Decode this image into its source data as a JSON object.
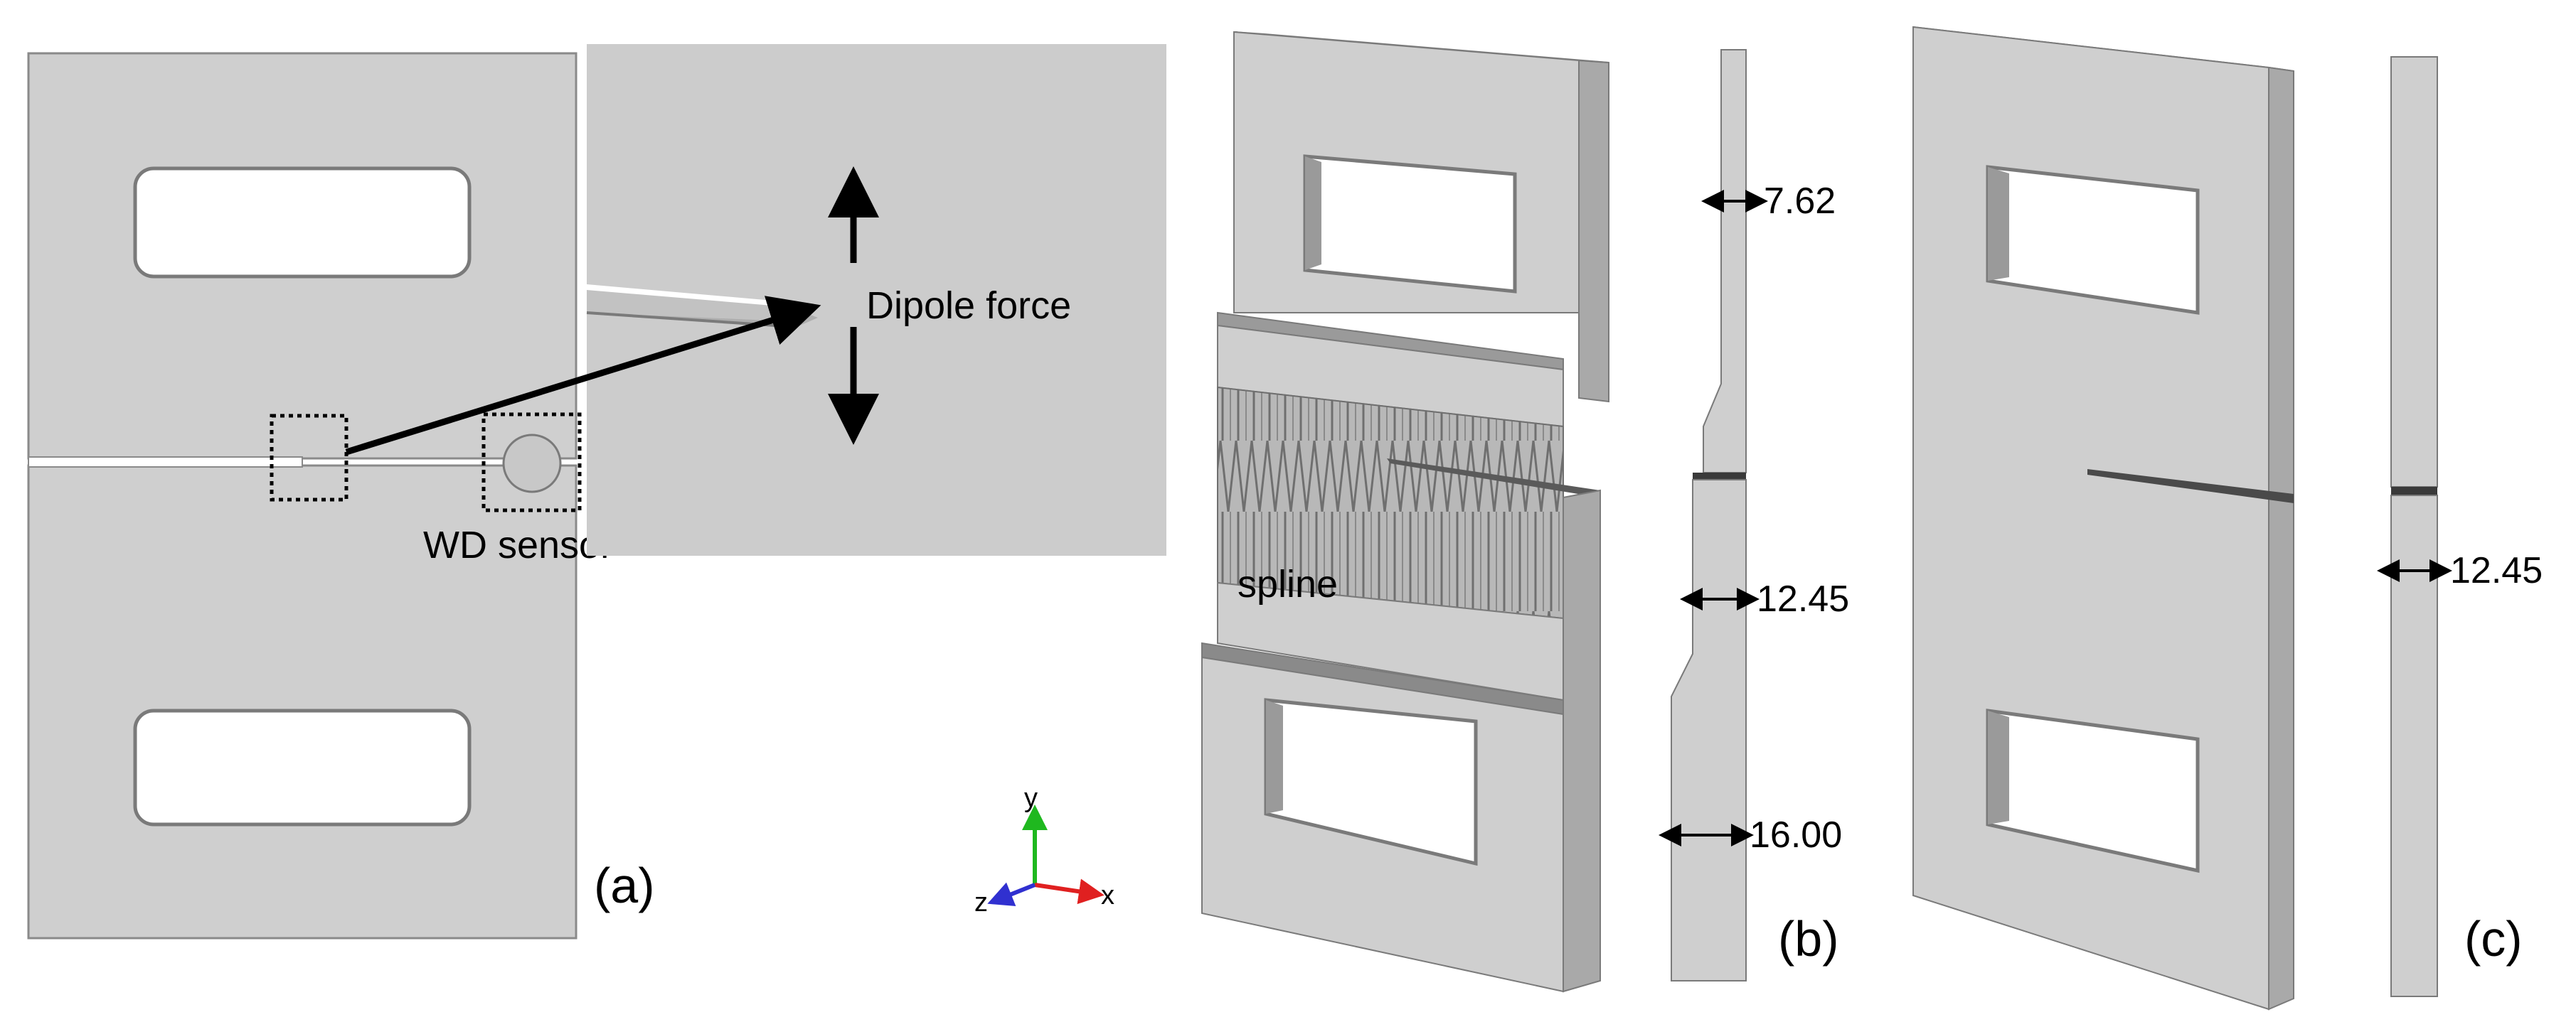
{
  "labels": {
    "dipole_force": "Dipole force",
    "wd_sensor": "WD sensor",
    "spline": "spline",
    "panel_a": "(a)",
    "panel_b": "(b)",
    "panel_c": "(c)"
  },
  "dimensions": {
    "thin": "7.62",
    "mid_b": "12.45",
    "thick": "16.00",
    "mid_c": "12.45"
  },
  "axes": {
    "x": "x",
    "y": "y",
    "z": "z"
  },
  "colors": {
    "plate_face": "#cfcfcf",
    "plate_edge": "#a9a9a9",
    "plate_dark": "#8a8a8a",
    "zoom_bg": "#cccccc",
    "axis_x": "#e02020",
    "axis_y": "#1fb81f",
    "axis_z": "#3030d0"
  }
}
